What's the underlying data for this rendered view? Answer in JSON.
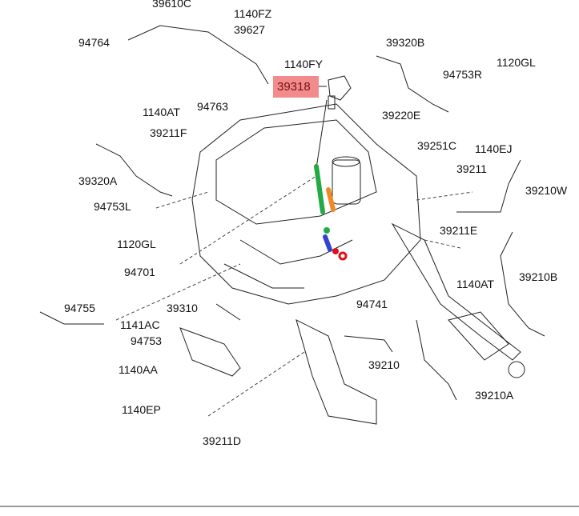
{
  "highlighted_part": "39318",
  "labels": {
    "l39610C": "39610C",
    "l1140FZ": "1140FZ",
    "l39627": "39627",
    "l94764": "94764",
    "l1140FY": "1140FY",
    "l39320B": "39320B",
    "l1120GL_r": "1120GL",
    "l94753R": "94753R",
    "l1140AT_l": "1140AT",
    "l94763": "94763",
    "l39211F": "39211F",
    "l39220E": "39220E",
    "l39251C": "39251C",
    "l1140EJ": "1140EJ",
    "l39211": "39211",
    "l39210W": "39210W",
    "l39320A": "39320A",
    "l94753L": "94753L",
    "l1120GL_l": "1120GL",
    "l39211E": "39211E",
    "l1140AT_r": "1140AT",
    "l39210B": "39210B",
    "l94701": "94701",
    "l94741": "94741",
    "l94755": "94755",
    "l39310": "39310",
    "l1141AC": "1141AC",
    "l94753": "94753",
    "l39210": "39210",
    "l1140AA": "1140AA",
    "l39210A": "39210A",
    "l1140EP": "1140EP",
    "l39211D": "39211D"
  },
  "colors": {
    "highlight": "#f28b8b",
    "green": "#22aa44",
    "orange": "#f08a24",
    "blue": "#3344cc",
    "red": "#e0101a"
  }
}
